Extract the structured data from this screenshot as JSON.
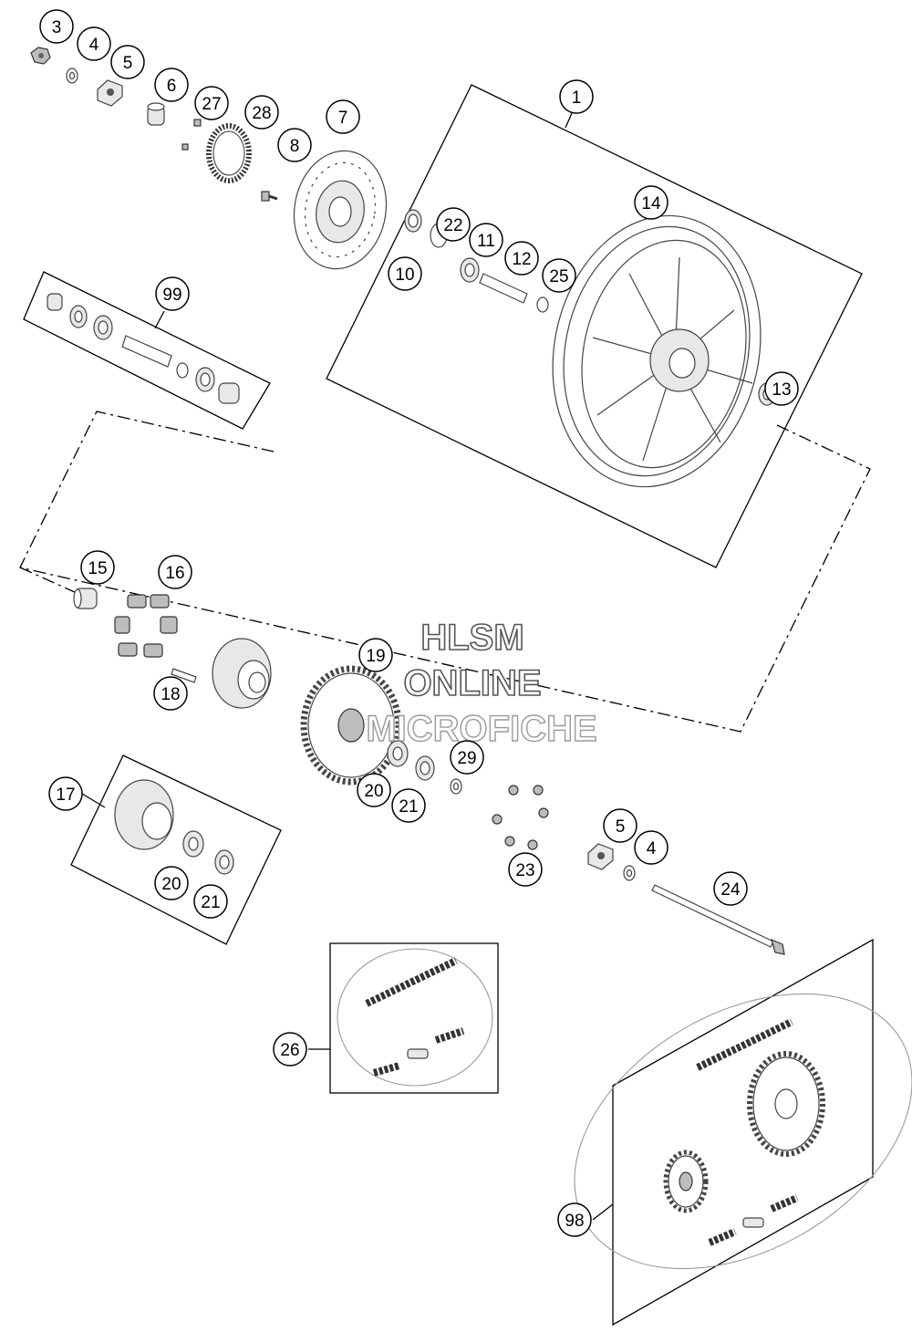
{
  "callouts": [
    {
      "label": "3"
    },
    {
      "label": "4"
    },
    {
      "label": "5"
    },
    {
      "label": "6"
    },
    {
      "label": "27"
    },
    {
      "label": "28"
    },
    {
      "label": "7"
    },
    {
      "label": "8"
    },
    {
      "label": "1"
    },
    {
      "label": "14"
    },
    {
      "label": "22"
    },
    {
      "label": "11"
    },
    {
      "label": "12"
    },
    {
      "label": "10"
    },
    {
      "label": "25"
    },
    {
      "label": "99"
    },
    {
      "label": "13"
    },
    {
      "label": "15"
    },
    {
      "label": "16"
    },
    {
      "label": "19"
    },
    {
      "label": "18"
    },
    {
      "label": "29"
    },
    {
      "label": "20"
    },
    {
      "label": "21"
    },
    {
      "label": "17"
    },
    {
      "label": "5"
    },
    {
      "label": "4"
    },
    {
      "label": "23"
    },
    {
      "label": "24"
    },
    {
      "label": "20"
    },
    {
      "label": "21"
    },
    {
      "label": "26"
    },
    {
      "label": "98"
    }
  ],
  "watermark": {
    "line1": "HLSM",
    "line2": "ONLINE",
    "line3": "MICROFICHE"
  }
}
